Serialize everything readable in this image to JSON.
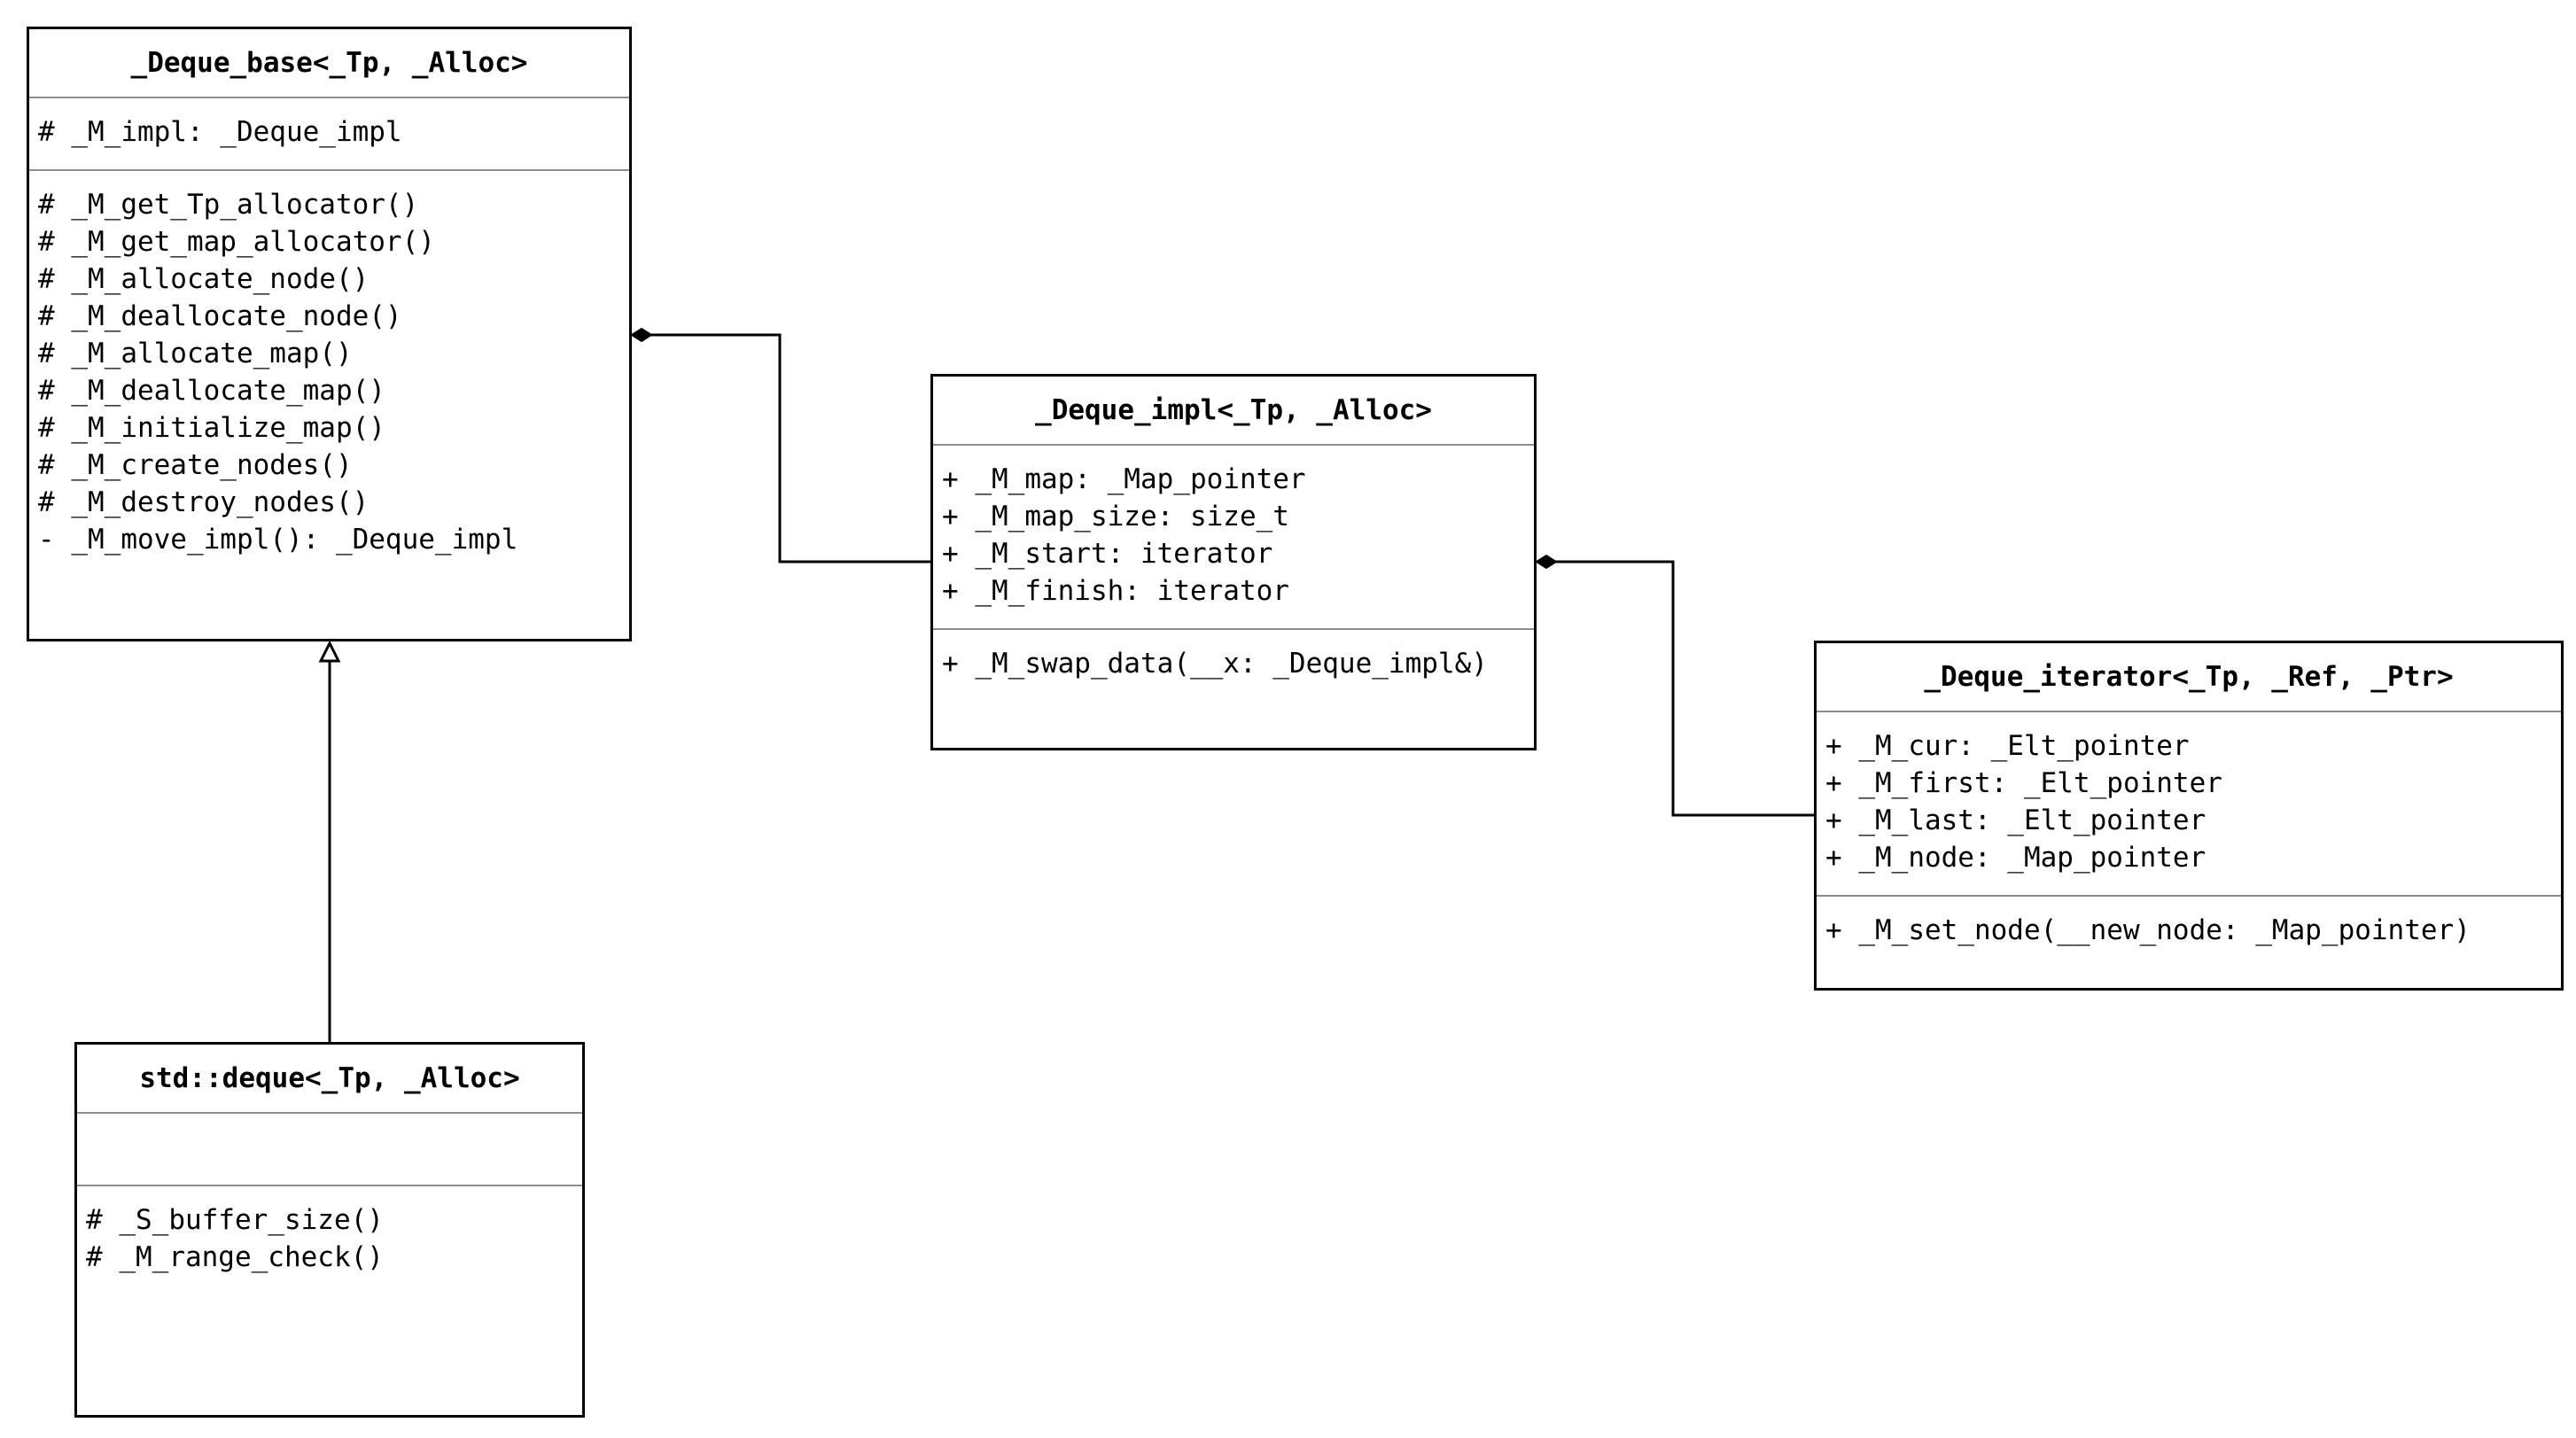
{
  "classes": {
    "deque_base": {
      "name": "_Deque_base<_Tp, _Alloc>",
      "attributes": [
        "# _M_impl: _Deque_impl"
      ],
      "operations": [
        "# _M_get_Tp_allocator()",
        "# _M_get_map_allocator()",
        "# _M_allocate_node()",
        "# _M_deallocate_node()",
        "# _M_allocate_map()",
        "# _M_deallocate_map()",
        "# _M_initialize_map()",
        "# _M_create_nodes()",
        "# _M_destroy_nodes()",
        "- _M_move_impl(): _Deque_impl"
      ]
    },
    "deque_impl": {
      "name": "_Deque_impl<_Tp, _Alloc>",
      "attributes": [
        "+ _M_map: _Map_pointer",
        "+ _M_map_size: size_t",
        "+ _M_start: iterator",
        "+ _M_finish: iterator"
      ],
      "operations": [
        "+ _M_swap_data(__x: _Deque_impl&)"
      ]
    },
    "deque_iterator": {
      "name": "_Deque_iterator<_Tp, _Ref, _Ptr>",
      "attributes": [
        "+ _M_cur: _Elt_pointer",
        "+ _M_first: _Elt_pointer",
        "+ _M_last: _Elt_pointer",
        "+ _M_node: _Map_pointer"
      ],
      "operations": [
        "+ _M_set_node(__new_node: _Map_pointer)"
      ]
    },
    "std_deque": {
      "name": "std::deque<_Tp, _Alloc>",
      "attributes": [],
      "operations": [
        "# _S_buffer_size()",
        "# _M_range_check()"
      ]
    }
  },
  "relations": [
    {
      "type": "composition",
      "whole": "_Deque_base<_Tp, _Alloc>",
      "part": "_Deque_impl<_Tp, _Alloc>"
    },
    {
      "type": "composition",
      "whole": "_Deque_impl<_Tp, _Alloc>",
      "part": "_Deque_iterator<_Tp, _Ref, _Ptr>"
    },
    {
      "type": "inheritance",
      "parent": "_Deque_base<_Tp, _Alloc>",
      "child": "std::deque<_Tp, _Alloc>"
    }
  ]
}
